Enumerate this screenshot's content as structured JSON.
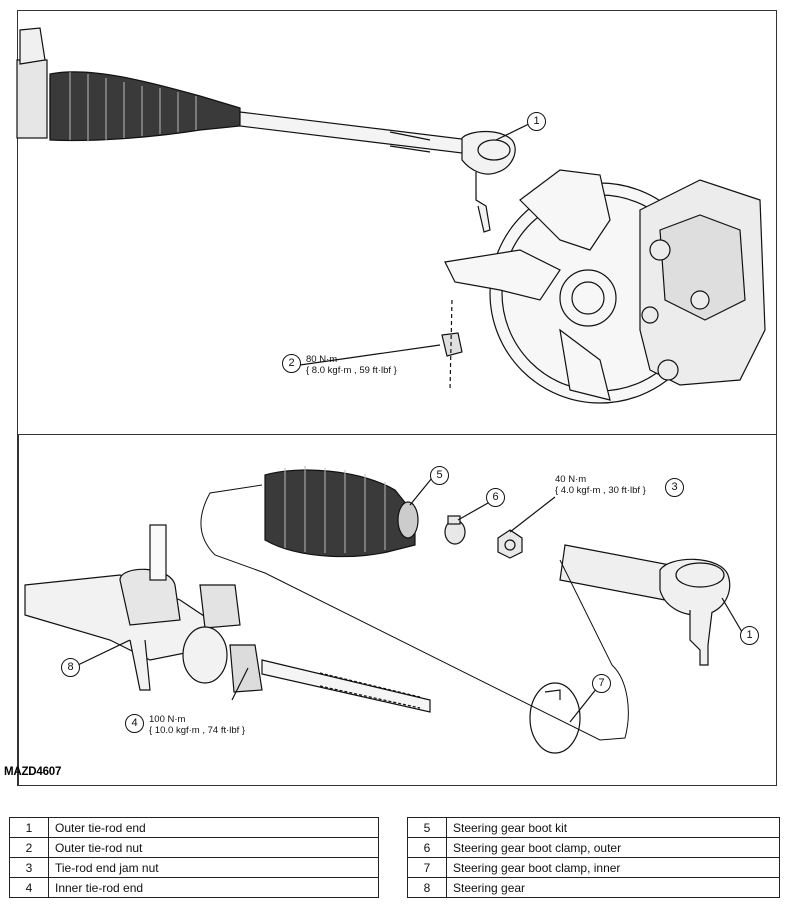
{
  "figure_id": "MAZD4607",
  "torque_specs": {
    "outer_nut": {
      "callout": "2",
      "line1": "80 N·m",
      "line2": "{ 8.0 kgf·m , 59 ft·lbf }"
    },
    "jam_nut": {
      "callout": "3",
      "line1": "40 N·m",
      "line2": "{ 4.0 kgf·m , 30 ft·lbf }"
    },
    "inner_end": {
      "callout": "4",
      "line1": "100 N·m",
      "line2": "{ 10.0 kgf·m , 74 ft·lbf }"
    }
  },
  "callouts": {
    "c1_top": "1",
    "c1_bottom": "1",
    "c5": "5",
    "c6": "6",
    "c7": "7",
    "c8": "8"
  },
  "legend_left": [
    {
      "num": "1",
      "label": "Outer tie-rod end"
    },
    {
      "num": "2",
      "label": "Outer tie-rod nut"
    },
    {
      "num": "3",
      "label": "Tie-rod end jam nut"
    },
    {
      "num": "4",
      "label": "Inner tie-rod end"
    }
  ],
  "legend_right": [
    {
      "num": "5",
      "label": "Steering gear boot kit"
    },
    {
      "num": "6",
      "label": "Steering gear boot clamp, outer"
    },
    {
      "num": "7",
      "label": "Steering gear boot clamp, inner"
    },
    {
      "num": "8",
      "label": "Steering gear"
    }
  ]
}
